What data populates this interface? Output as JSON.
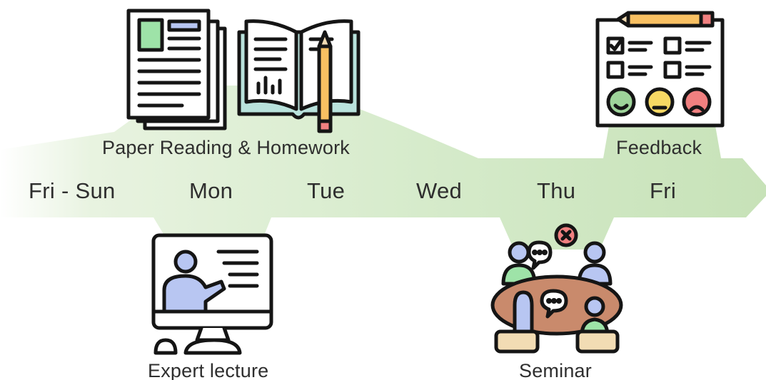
{
  "days": [
    "Fri - Sun",
    "Mon",
    "Tue",
    "Wed",
    "Thu",
    "Fri"
  ],
  "activities": {
    "paper_reading": "Paper Reading & Homework",
    "feedback": "Feedback",
    "expert_lecture": "Expert lecture",
    "seminar": "Seminar"
  },
  "icons": [
    "documents-icon",
    "open-book-pencil-icon",
    "feedback-form-icon",
    "lecture-monitor-icon",
    "seminar-table-icon"
  ],
  "colors": {
    "band": "#cfe6c2",
    "band_light": "#eef7e8",
    "outline": "#151515",
    "green": "#9ee3a8",
    "blue": "#b8c6f2",
    "orange": "#f8c062",
    "teal": "#b9e2dc",
    "table": "#c98a6c",
    "red": "#f08080",
    "yellow": "#f7d964"
  }
}
